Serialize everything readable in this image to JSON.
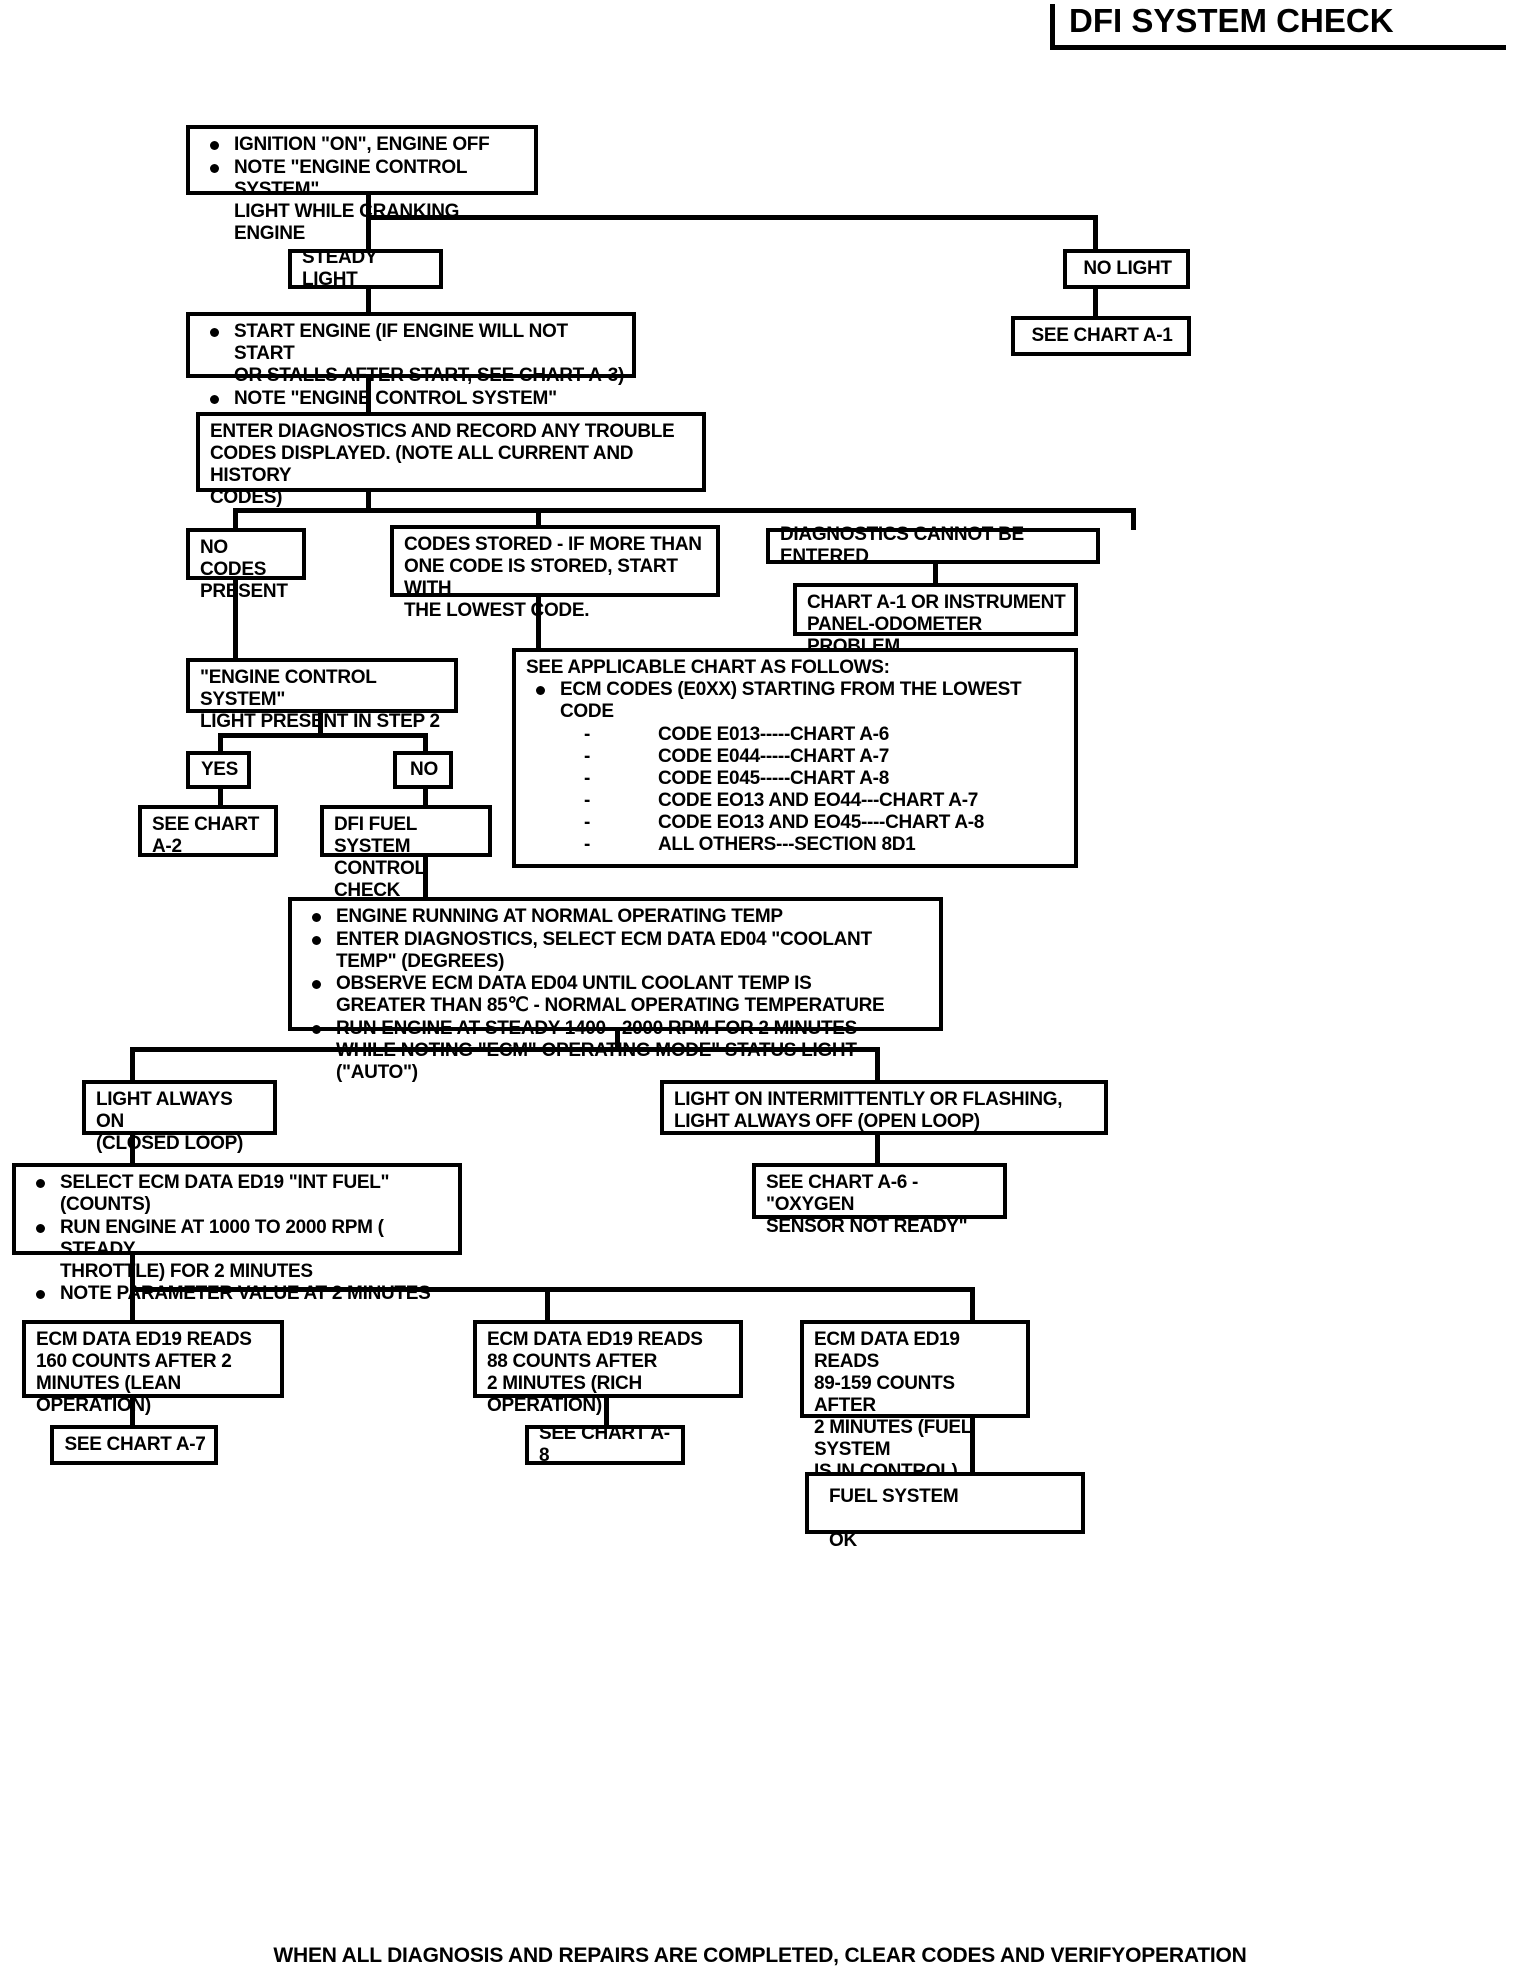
{
  "header": {
    "title": "DFI SYSTEM CHECK"
  },
  "footer": {
    "note": "WHEN ALL DIAGNOSIS AND REPAIRS ARE COMPLETED, CLEAR CODES AND VERIFYOPERATION"
  },
  "nodes": {
    "start": {
      "bullets": [
        "IGNITION \"ON\", ENGINE OFF",
        "NOTE \"ENGINE CONTROL SYSTEM\"\nLIGHT WHILE CRANKING ENGINE"
      ]
    },
    "steady_light": {
      "label": "STEADY LIGHT"
    },
    "no_light": {
      "label": "NO LIGHT"
    },
    "see_chart_a1": {
      "label": "SEE CHART A-1"
    },
    "start_engine": {
      "bullets": [
        "START ENGINE (IF ENGINE WILL NOT START\nOR STALLS AFTER START, SEE CHART A-3)",
        "NOTE \"ENGINE CONTROL SYSTEM\" TELLTALE"
      ]
    },
    "enter_diagnostics": {
      "text": "ENTER DIAGNOSTICS AND RECORD ANY TROUBLE\nCODES DISPLAYED.  (NOTE ALL CURRENT AND HISTORY\nCODES)"
    },
    "no_codes_present": {
      "text": "NO CODES\nPRESENT"
    },
    "codes_stored": {
      "text": "CODES STORED - IF MORE THAN\nONE CODE IS STORED, START WITH\nTHE LOWEST CODE."
    },
    "diagnostics_cannot_be_entered": {
      "label": "DIAGNOSTICS CANNOT BE ENTERED"
    },
    "chart_a1_or_instrument": {
      "text": "CHART A-1 OR INSTRUMENT\nPANEL-ODOMETER PROBLEM"
    },
    "ecs_light_step2": {
      "text": "\"ENGINE CONTROL SYSTEM\"\nLIGHT PRESENT IN STEP 2"
    },
    "yes": {
      "label": "YES"
    },
    "no": {
      "label": "NO"
    },
    "see_chart_a2": {
      "text": "SEE CHART\nA-2"
    },
    "dfi_fuel_system_control_check": {
      "text": "DFI FUEL SYSTEM\nCONTROL CHECK"
    },
    "applicable_chart": {
      "heading": "SEE APPLICABLE CHART AS FOLLOWS:",
      "bullet": "ECM CODES (E0XX) STARTING FROM THE LOWEST CODE",
      "items": [
        "CODE E013-----CHART A-6",
        "CODE E044-----CHART A-7",
        "CODE E045-----CHART A-8",
        "CODE EO13 AND EO44---CHART A-7",
        "CODE EO13 AND EO45----CHART A-8",
        "ALL OTHERS---SECTION 8D1"
      ]
    },
    "engine_running": {
      "bullets": [
        "ENGINE RUNNING AT NORMAL OPERATING TEMP",
        "ENTER DIAGNOSTICS, SELECT ECM DATA ED04 \"COOLANT\nTEMP\" (DEGREES)",
        "OBSERVE ECM DATA ED04 UNTIL COOLANT TEMP  IS\nGREATER THAN 85℃ - NORMAL OPERATING TEMPERATURE",
        "RUN ENGINE AT STEADY 1400 - 2000 RPM FOR 2 MINUTES\nWHILE NOTING \"ECM\" OPERATING MODE\"  STATUS LIGHT (\"AUTO\")"
      ]
    },
    "light_always_on": {
      "text": "LIGHT ALWAYS ON\n(CLOSED LOOP)"
    },
    "light_intermittent": {
      "text": "LIGHT ON INTERMITTENTLY OR FLASHING,\nLIGHT ALWAYS OFF     (OPEN LOOP)"
    },
    "select_ecm_data": {
      "bullets": [
        "SELECT ECM DATA ED19 \"INT FUEL\" (COUNTS)",
        "RUN ENGINE AT 1000 TO 2000 RPM ( STEADY\nTHROTTLE) FOR 2 MINUTES",
        "NOTE PARAMETER VALUE AT 2 MINUTES"
      ]
    },
    "see_chart_a6_oxygen": {
      "text": "SEE CHART A-6 - \"OXYGEN\nSENSOR NOT READY\""
    },
    "ed19_lean": {
      "text": "ECM DATA ED19 READS\n160 COUNTS AFTER 2\nMINUTES (LEAN OPERATION)"
    },
    "ed19_rich": {
      "text": "ECM DATA ED19 READS\n88 COUNTS AFTER\n2 MINUTES (RICH OPERATION)"
    },
    "ed19_control": {
      "text": "ECM DATA ED19 READS\n89-159 COUNTS AFTER\n2 MINUTES (FUEL SYSTEM\nIS IN CONTROL)"
    },
    "see_chart_a7": {
      "label": "SEE CHART A-7"
    },
    "see_chart_a8": {
      "label": "SEE CHART A-8"
    },
    "fuel_system_ok": {
      "text": "FUEL SYSTEM\n\nOK"
    }
  }
}
